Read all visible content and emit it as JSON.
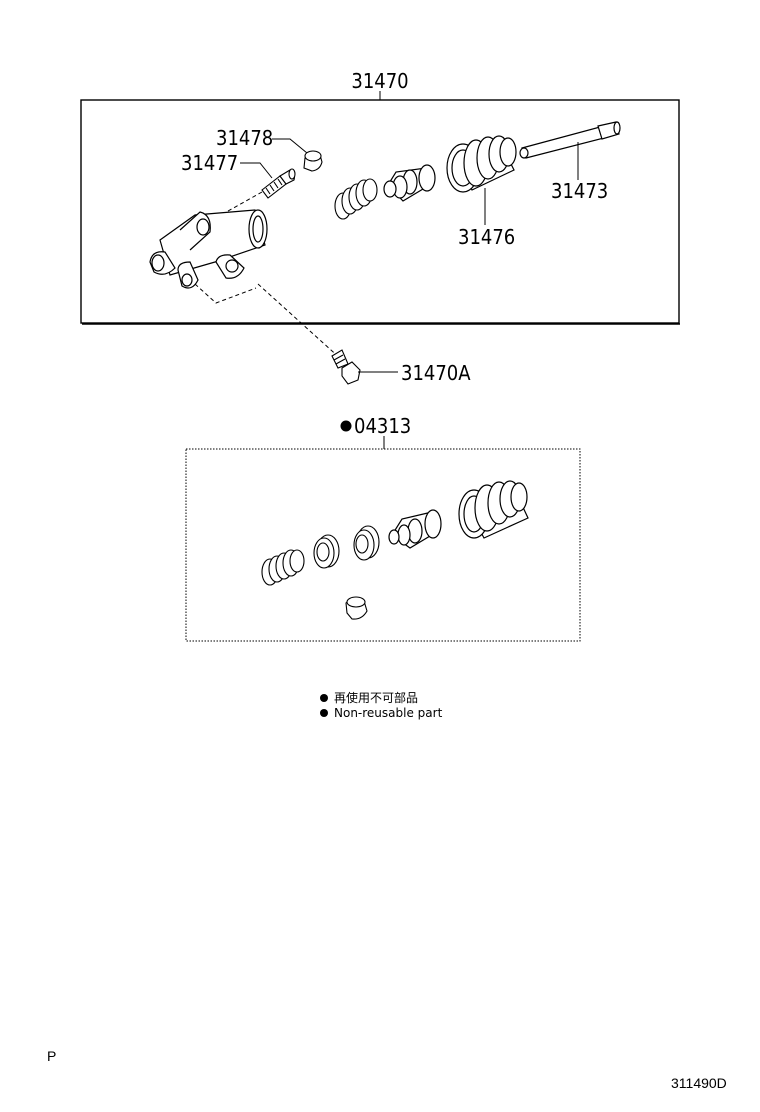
{
  "assembly": {
    "label": "31470",
    "parts": {
      "plug": "31478",
      "bleeder": "31477",
      "boot": "31476",
      "push_rod": "31473",
      "bolt": "31470A"
    }
  },
  "kit": {
    "label": "04313"
  },
  "legend": {
    "line_jp": "再使用不可部品",
    "line_en": "Non-reusable part"
  },
  "corner_left": "P",
  "diagram_code": "311490D"
}
